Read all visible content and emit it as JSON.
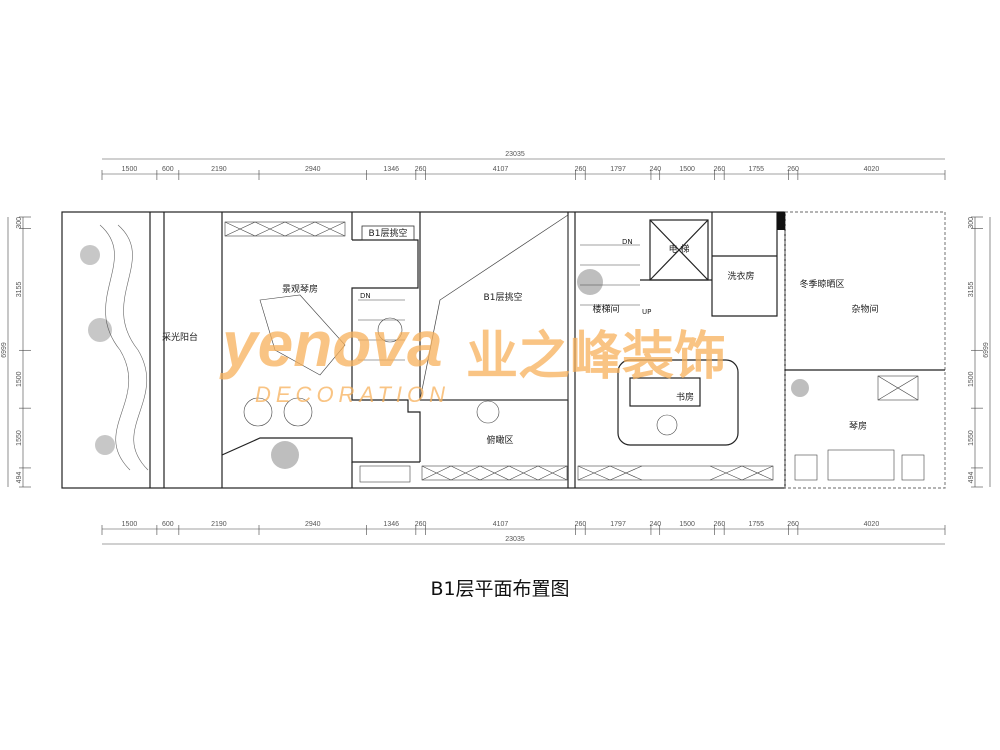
{
  "drawing_title": "B1层平面布置图",
  "watermark": {
    "brand_en": "yenova",
    "sub": "DECORATION",
    "brand_cn": "业之峰装饰"
  },
  "dimensions": {
    "top_total": "23035",
    "top_segments": [
      "1500",
      "600",
      "2190",
      "2940",
      "1346",
      "260",
      "4107",
      "260",
      "1797",
      "240",
      "1500",
      "260",
      "1755",
      "260",
      "4020"
    ],
    "bottom_total": "23035",
    "bottom_segments": [
      "1500",
      "600",
      "2190",
      "2940",
      "1346",
      "260",
      "4107",
      "260",
      "1797",
      "240",
      "1500",
      "260",
      "1755",
      "260",
      "4020"
    ],
    "left_total": "6999",
    "left_segments": [
      "300",
      "3155",
      "1500",
      "1550",
      "494"
    ],
    "right_total": "6999",
    "right_segments": [
      "300",
      "3155",
      "1500",
      "1550",
      "494"
    ]
  },
  "rooms": {
    "balcony": "采光阳台",
    "piano_view": "景观琴房",
    "void_small": "B1层挑空",
    "void_large": "B1层挑空",
    "overlook": "俯瞰区",
    "stairwell": "楼梯间",
    "elevator": "电 梯",
    "laundry": "洗衣房",
    "study": "书房",
    "drying": "冬季晾晒区",
    "storage": "杂物间",
    "piano": "琴房"
  },
  "stair_labels": {
    "up": "UP",
    "down": "DN",
    "down2": "DN"
  }
}
